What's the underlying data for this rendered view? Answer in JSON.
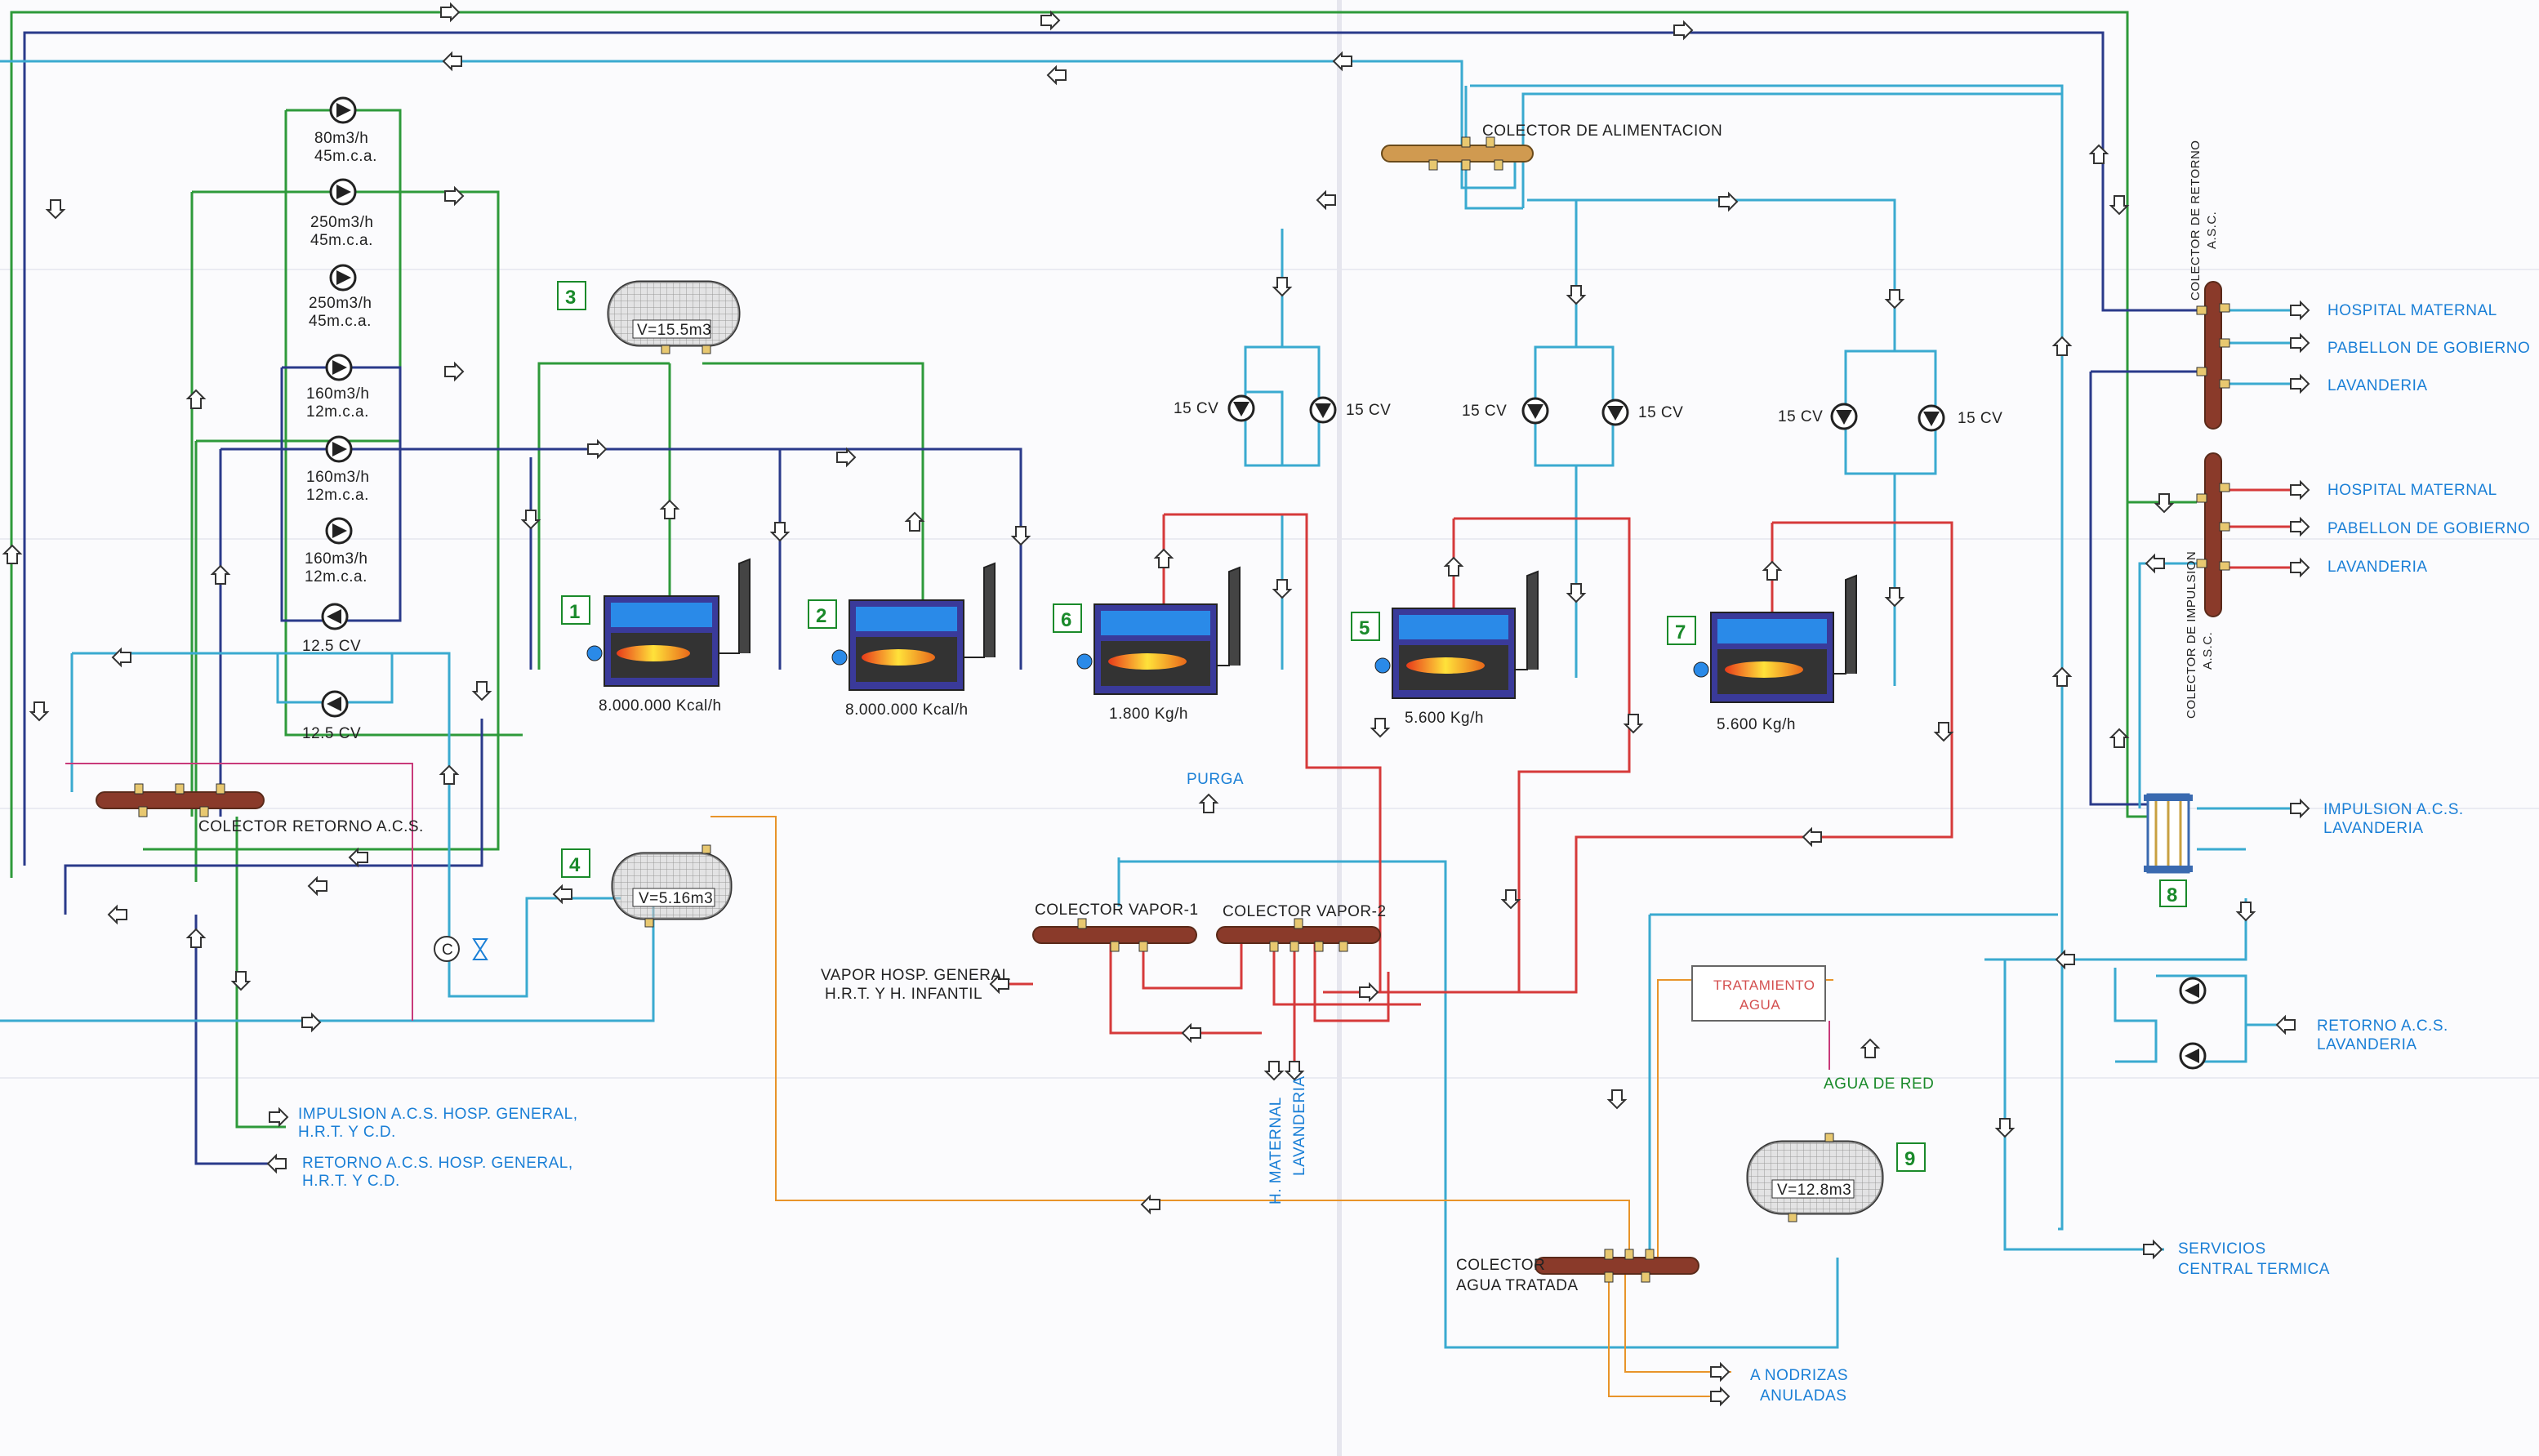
{
  "colors": {
    "green": "#2e9a3a",
    "navy": "#2a3a8a",
    "cyan": "#3aaad0",
    "red": "#d63a3a",
    "orange": "#e8942a",
    "magenta": "#c83a7a",
    "blue_label": "#1a7fd6",
    "green_label": "#1a8a2a"
  },
  "pumps_left": [
    {
      "flow": "80m3/h",
      "head": "45m.c.a."
    },
    {
      "flow": "250m3/h",
      "head": "45m.c.a."
    },
    {
      "flow": "250m3/h",
      "head": "45m.c.a."
    },
    {
      "flow": "160m3/h",
      "head": "12m.c.a."
    },
    {
      "flow": "160m3/h",
      "head": "12m.c.a."
    },
    {
      "flow": "160m3/h",
      "head": "12m.c.a."
    },
    {
      "flow": "12.5 CV",
      "head": ""
    },
    {
      "flow": "12.5 CV",
      "head": ""
    }
  ],
  "tanks": {
    "t3": {
      "num": "3",
      "label": "V=15.5m3"
    },
    "t4": {
      "num": "4",
      "label": "V=5.16m3"
    },
    "t9": {
      "num": "9",
      "label": "V=12.8m3"
    }
  },
  "boilers": [
    {
      "num": "1",
      "cap": "8.000.000 Kcal/h"
    },
    {
      "num": "2",
      "cap": "8.000.000 Kcal/h"
    },
    {
      "num": "6",
      "cap": "1.800 Kg/h"
    },
    {
      "num": "5",
      "cap": "5.600 Kg/h"
    },
    {
      "num": "7",
      "cap": "5.600 Kg/h"
    }
  ],
  "feed_pump_label": "15 CV",
  "collectors": {
    "alimentacion": "COLECTOR DE ALIMENTACION",
    "retorno_acs": "COLECTOR RETORNO A.C.S.",
    "vapor1": "COLECTOR   VAPOR-1",
    "vapor2": "COLECTOR   VAPOR-2",
    "agua_tratada_1": "COLECTOR",
    "agua_tratada_2": "AGUA TRATADA",
    "retorno_right_1": "COLECTOR DE RETORNO",
    "retorno_right_2": "A.S.C.",
    "impulsion_right_1": "COLECTOR DE IMPULSION",
    "impulsion_right_2": "A.S.C."
  },
  "labels": {
    "purga": "PURGA",
    "vapor_hosp_1": "VAPOR HOSP. GENERAL",
    "vapor_hosp_2": "H.R.T. Y H. INFANTIL",
    "h_maternal": "H. MATERNAL",
    "lavanderia_v": "LAVANDERIA",
    "tratamiento_1": "TRATAMIENTO",
    "tratamiento_2": "AGUA",
    "agua_red": "AGUA DE RED",
    "impulsion_hosp_1": "IMPULSION A.C.S. HOSP. GENERAL,",
    "impulsion_hosp_2": "H.R.T. Y C.D.",
    "retorno_hosp_1": "RETORNO A.C.S. HOSP. GENERAL,",
    "retorno_hosp_2": "H.R.T. Y C.D.",
    "nodrizas_1": "A NODRIZAS",
    "nodrizas_2": "ANULADAS",
    "servicios_1": "SERVICIOS",
    "servicios_2": "CENTRAL TERMICA",
    "impulsion_lav_1": "IMPULSION A.C.S.",
    "impulsion_lav_2": "LAVANDERIA",
    "retorno_lav_1": "RETORNO A.C.S.",
    "retorno_lav_2": "LAVANDERIA",
    "exchanger_num": "8",
    "c_symbol": "C"
  },
  "right_outputs_top": [
    "HOSPITAL MATERNAL",
    "PABELLON DE GOBIERNO",
    "LAVANDERIA"
  ],
  "right_outputs_bottom": [
    "HOSPITAL MATERNAL",
    "PABELLON DE GOBIERNO",
    "LAVANDERIA"
  ]
}
